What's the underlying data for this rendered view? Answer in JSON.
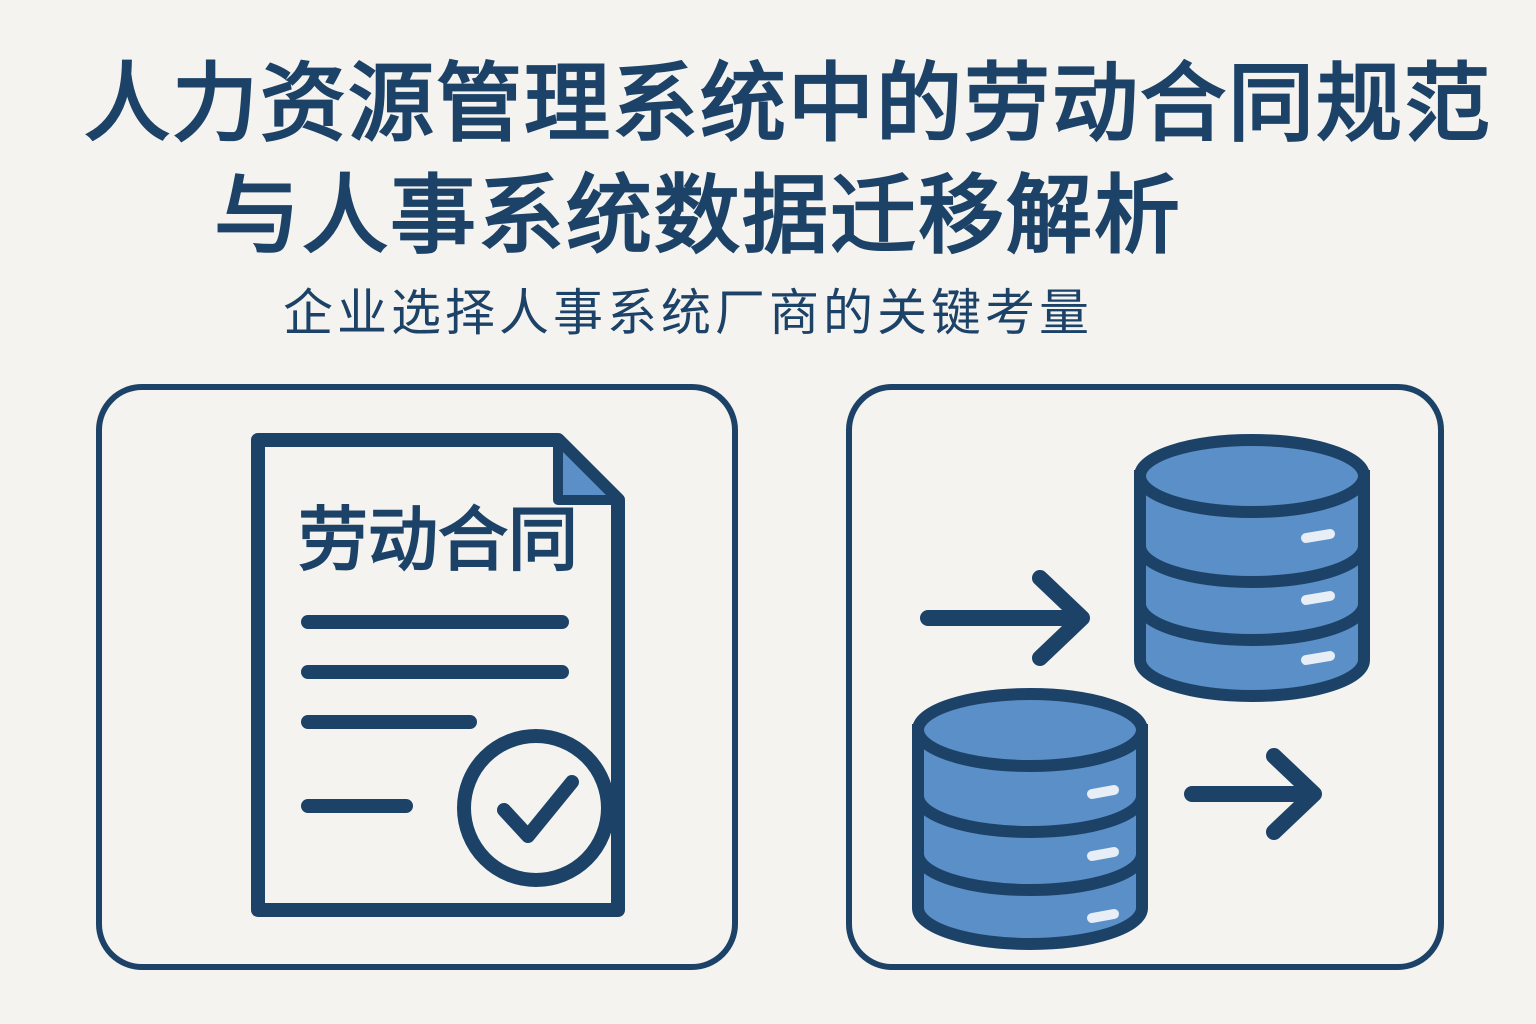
{
  "header": {
    "title_line_1": "人力资源管理系统中的劳动合同规范",
    "title_line_2": "与人事系统数据迁移解析",
    "subtitle": "企业选择人事系统厂商的关键考量"
  },
  "left_panel": {
    "document_title": "劳动合同",
    "icons": [
      "document-icon",
      "check-circle-icon"
    ]
  },
  "right_panel": {
    "icons": [
      "database-icon",
      "arrow-right-icon"
    ]
  },
  "colors": {
    "primary": "#1d4268",
    "accent": "#5b8fc7",
    "background": "#f4f3ef"
  }
}
